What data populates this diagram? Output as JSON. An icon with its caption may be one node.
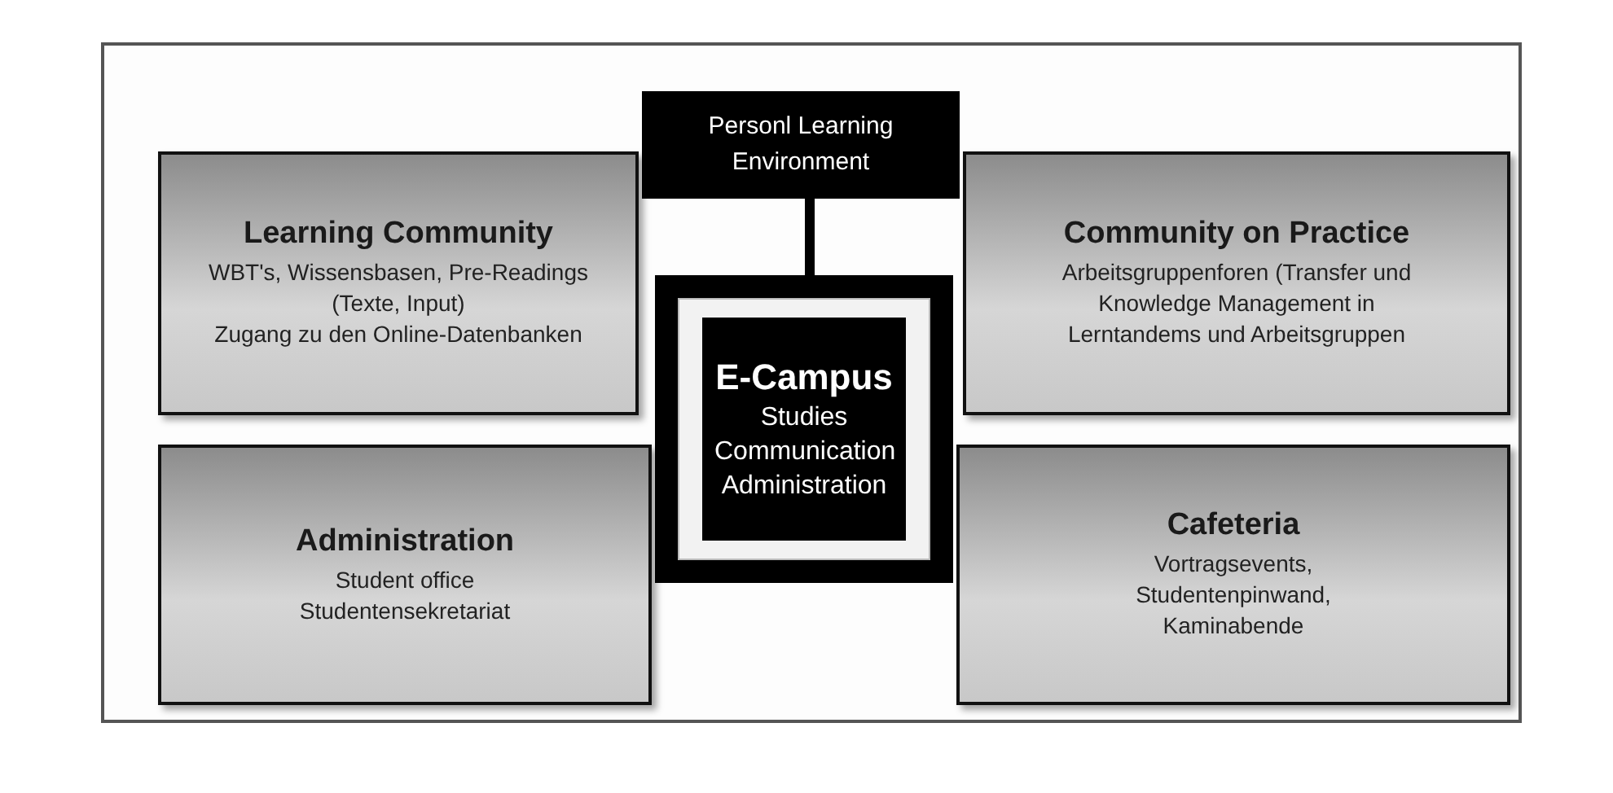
{
  "diagram": {
    "nodes": [
      {
        "text": [
          "Personl Learning Environment"
        ]
      },
      {
        "text": [
          "Learning Community",
          "WBT's, Wissensbasen, Pre-Readings (Texte, Input)",
          "Zugang zu den Online-Datenbanken"
        ]
      },
      {
        "text": [
          "Community on Practice",
          "Arbeitsgruppenforen (Transfer und Knowledge Management in Lerntandems und Arbeitsgruppen"
        ]
      },
      {
        "text": [
          "E-Campus",
          "Studies Communication Administration"
        ]
      },
      {
        "text": [
          "Administration",
          "Student office Studentensekretariat"
        ]
      },
      {
        "text": [
          "Cafeteria",
          "Vortragsevents, Studentenpinwand, Kaminabende"
        ]
      }
    ],
    "edges": [
      {
        "from": 0,
        "to": 3,
        "arrow": "none"
      }
    ]
  }
}
